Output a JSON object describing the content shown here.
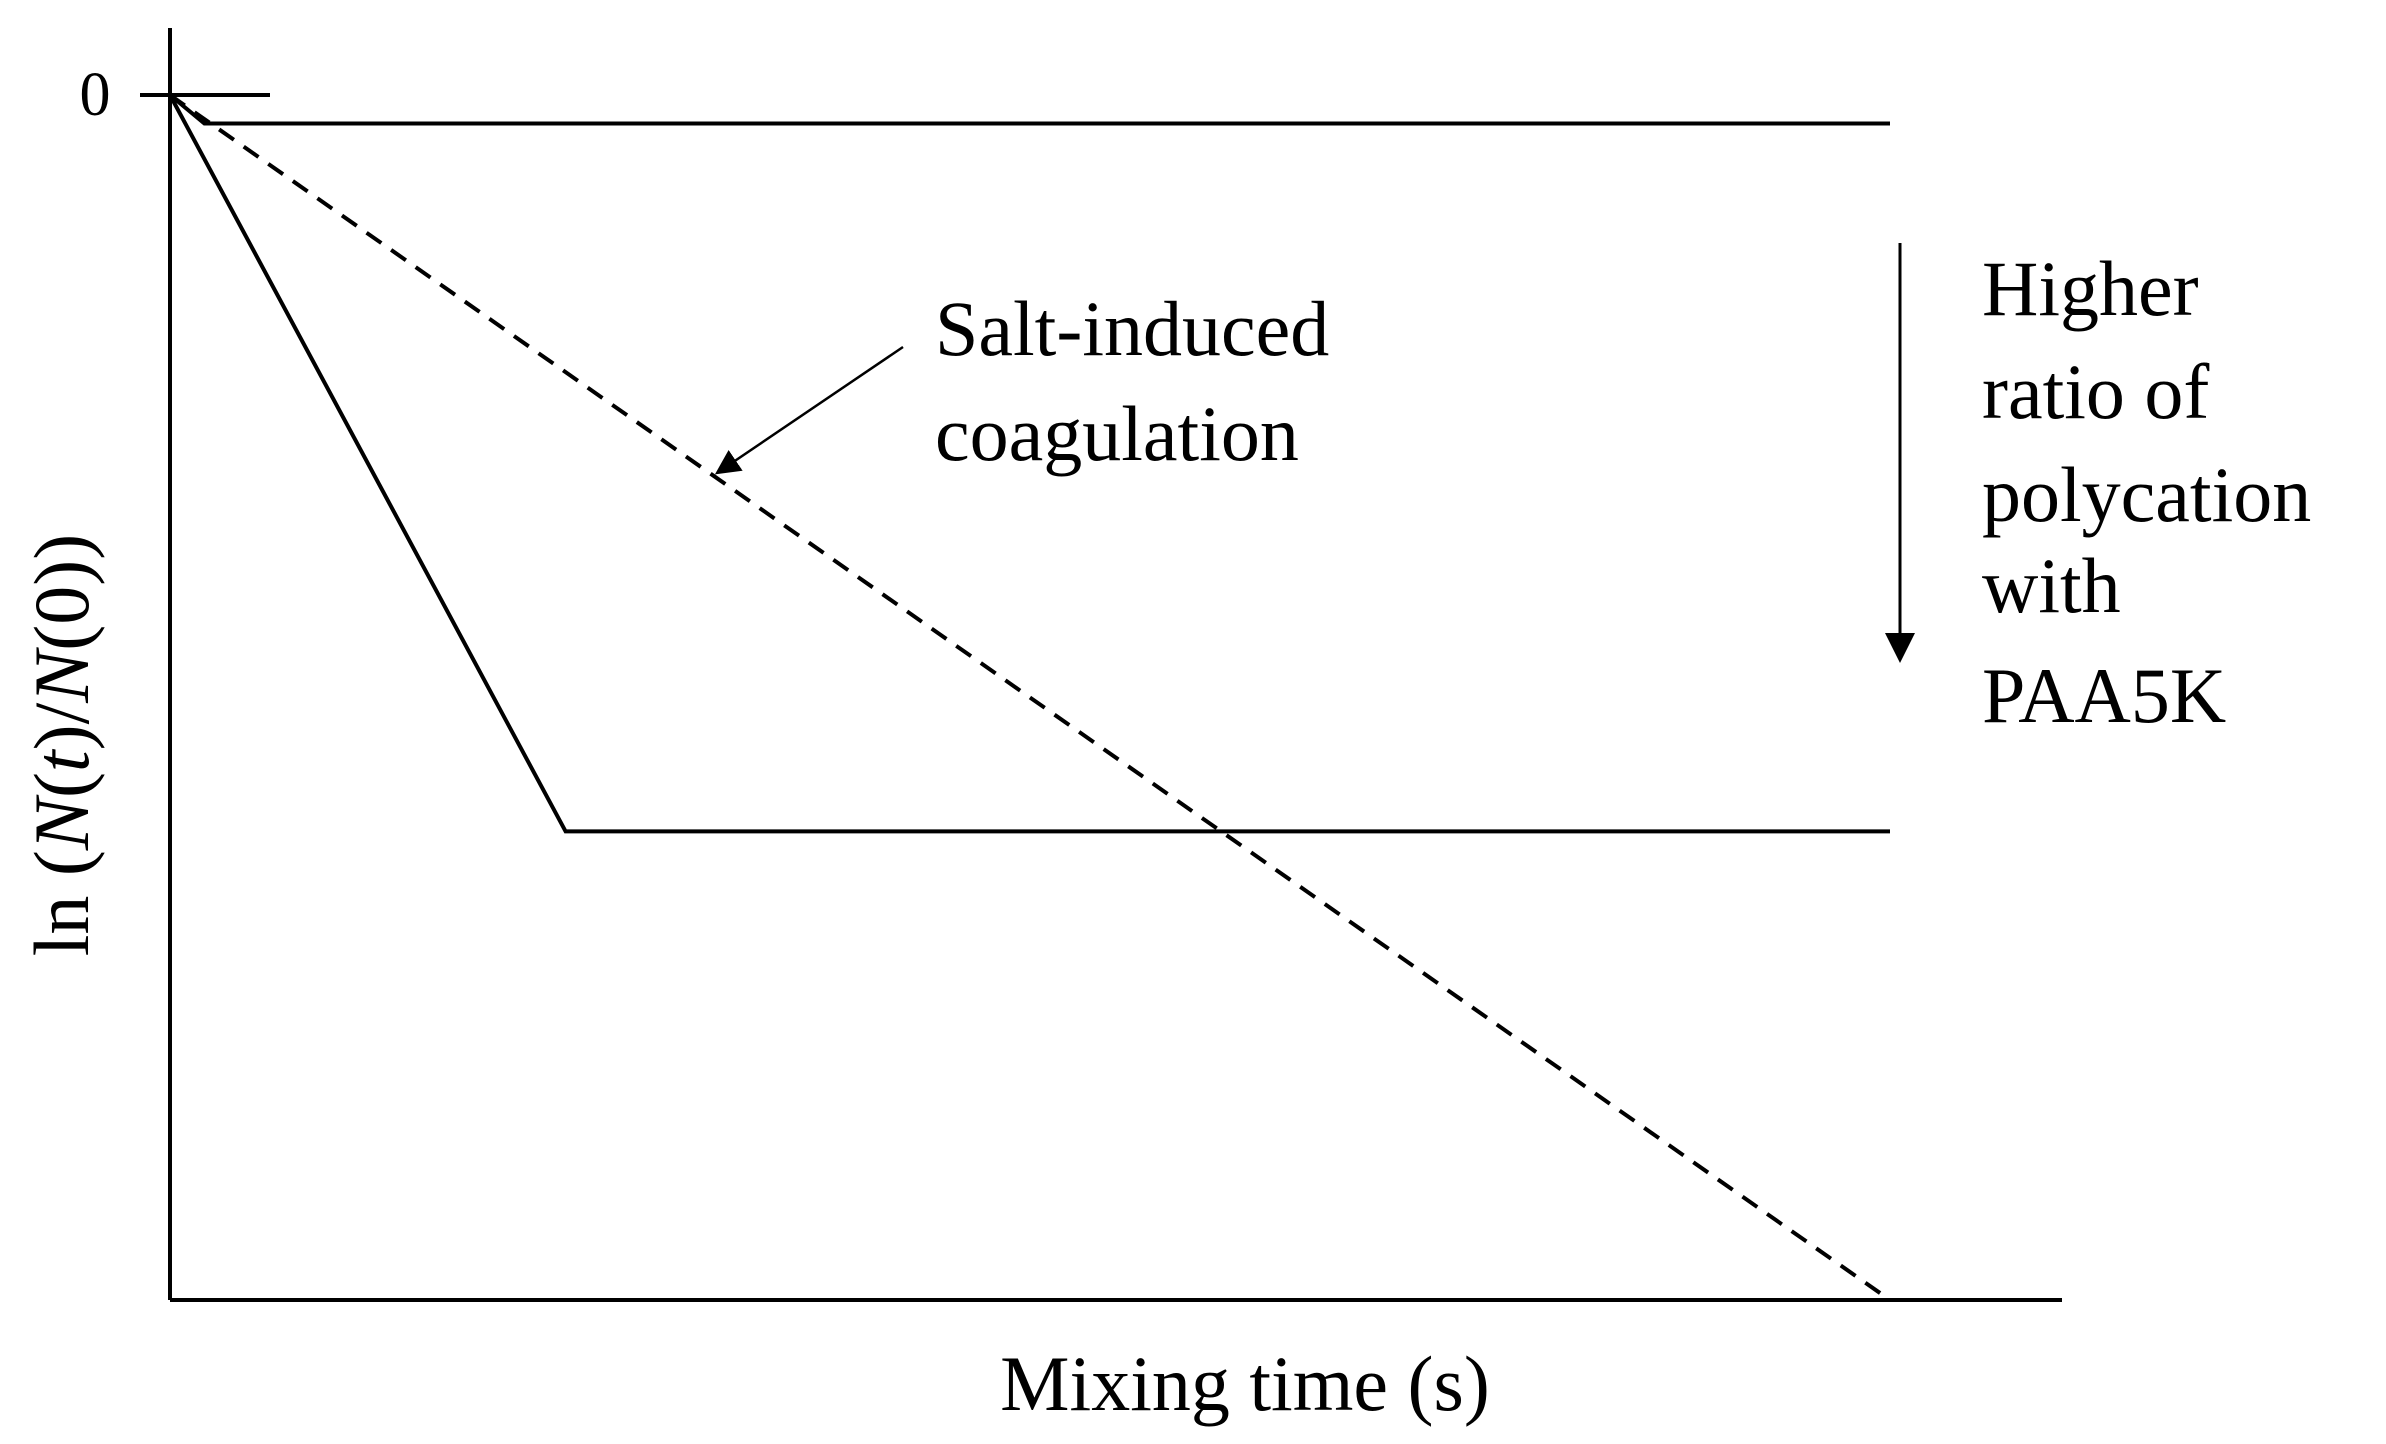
{
  "chart_data": {
    "type": "line",
    "title": "",
    "xlabel": "Mixing time (s)",
    "ylabel": {
      "prefix": "ln (",
      "n1": "N",
      "paren_open": "(",
      "t": "t",
      "paren_close_slash": ")/",
      "n2": "N",
      "suffix": "(0))"
    },
    "yticks": [
      {
        "label": "0",
        "value": 0
      }
    ],
    "xlim": [
      0,
      11
    ],
    "ylim": [
      -7.2,
      0
    ],
    "grid": false,
    "series": [
      {
        "style": "solid",
        "points": [
          [
            0,
            0
          ],
          [
            0.2,
            -0.17
          ],
          [
            10,
            -0.17
          ]
        ]
      },
      {
        "style": "solid",
        "points": [
          [
            0,
            0
          ],
          [
            2.3,
            -4.4
          ],
          [
            10,
            -4.4
          ]
        ]
      },
      {
        "style": "dashed",
        "points": [
          [
            0,
            0
          ],
          [
            10,
            -7.2
          ]
        ]
      }
    ],
    "annotations": [
      {
        "name": "salt-induced-label",
        "lines": [
          "Salt-induced",
          "coagulation"
        ]
      },
      {
        "name": "ratio-label",
        "lines": [
          "Higher",
          "ratio of",
          "polycation",
          "with",
          "PAA5K"
        ]
      }
    ]
  }
}
